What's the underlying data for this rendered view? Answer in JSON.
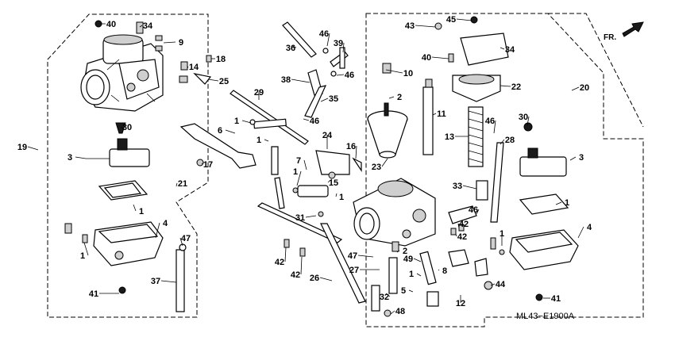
{
  "diagram_code": "ML43−E1900A",
  "direction_label": "FR.",
  "callouts": [
    {
      "n": "40"
    },
    {
      "n": "34"
    },
    {
      "n": "9"
    },
    {
      "n": "18"
    },
    {
      "n": "14"
    },
    {
      "n": "25"
    },
    {
      "n": "30"
    },
    {
      "n": "19"
    },
    {
      "n": "3"
    },
    {
      "n": "17"
    },
    {
      "n": "21"
    },
    {
      "n": "1"
    },
    {
      "n": "4"
    },
    {
      "n": "1"
    },
    {
      "n": "47"
    },
    {
      "n": "37"
    },
    {
      "n": "41"
    },
    {
      "n": "36"
    },
    {
      "n": "46"
    },
    {
      "n": "39"
    },
    {
      "n": "46"
    },
    {
      "n": "38"
    },
    {
      "n": "35"
    },
    {
      "n": "29"
    },
    {
      "n": "46"
    },
    {
      "n": "6"
    },
    {
      "n": "1"
    },
    {
      "n": "1"
    },
    {
      "n": "24"
    },
    {
      "n": "16"
    },
    {
      "n": "7"
    },
    {
      "n": "15"
    },
    {
      "n": "1"
    },
    {
      "n": "1"
    },
    {
      "n": "31"
    },
    {
      "n": "42"
    },
    {
      "n": "42"
    },
    {
      "n": "26"
    },
    {
      "n": "43"
    },
    {
      "n": "45"
    },
    {
      "n": "34"
    },
    {
      "n": "40"
    },
    {
      "n": "10"
    },
    {
      "n": "2"
    },
    {
      "n": "22"
    },
    {
      "n": "20"
    },
    {
      "n": "11"
    },
    {
      "n": "13"
    },
    {
      "n": "46"
    },
    {
      "n": "28"
    },
    {
      "n": "30"
    },
    {
      "n": "23"
    },
    {
      "n": "33"
    },
    {
      "n": "3"
    },
    {
      "n": "1"
    },
    {
      "n": "46"
    },
    {
      "n": "42"
    },
    {
      "n": "42"
    },
    {
      "n": "4"
    },
    {
      "n": "1"
    },
    {
      "n": "47"
    },
    {
      "n": "2"
    },
    {
      "n": "27"
    },
    {
      "n": "49"
    },
    {
      "n": "8"
    },
    {
      "n": "1"
    },
    {
      "n": "5"
    },
    {
      "n": "12"
    },
    {
      "n": "44"
    },
    {
      "n": "32"
    },
    {
      "n": "48"
    },
    {
      "n": "41"
    }
  ]
}
